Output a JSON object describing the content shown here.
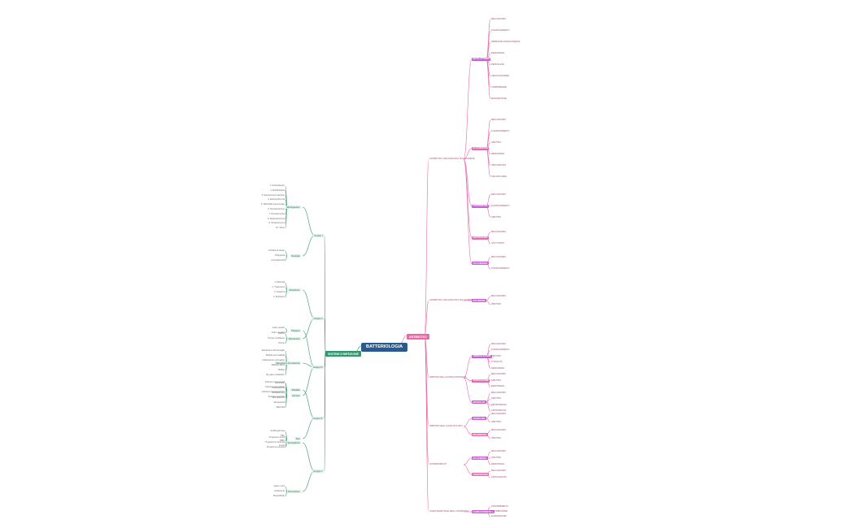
{
  "center": "BATTERIOLOGIA",
  "left_main": "SISTEMI D'INFEZIONE",
  "right_main": "ANTIBIOTICI",
  "colors": {
    "center": "#2a5a8c",
    "left": "#2d9a6e",
    "right": "#e96aa5",
    "tag": "#c85fcf",
    "tagm": "#e66ab0"
  },
  "left": {
    "branch1": {
      "label": "Gruppo I",
      "sub1": {
        "label": "Microrganismi",
        "items": [
          "1. Acinetobacter",
          "2. Burkholderia",
          "3. Enterococcus faecium",
          "4. Escherichia coli",
          "5. Klebsiella pneumoniae",
          "6. Mycobacterium",
          "7. Pseudomonas",
          "8. Staphylococcus",
          "9. Streptococcus",
          "10. Vibrio"
        ]
      },
      "sub2": {
        "label": "Tipologia",
        "items": [
          "Prodotti di sintesi",
          "Polipeptidi",
          "Aminoglicosidi"
        ]
      }
    },
    "branch2": {
      "label": "Gruppo II",
      "sub1": {
        "label": "Resistenze",
        "items": [
          "1. Plasmidi",
          "2. Trasposoni",
          "3. Integroni",
          "4. Mutazioni"
        ]
      },
      "sub2": {
        "label": "Meccanismi",
        "items": [
          "Enzimi",
          "Pompe di efflusso",
          "Porine"
        ]
      }
    },
    "branch3": {
      "label": "Gruppo III",
      "sub1": {
        "label": "Patogeni",
        "items": [
          "Gram positivi",
          "Gram negativi"
        ]
      },
      "sub2": {
        "label": "Meccanismi di resistenza",
        "items": [
          "Alterazione del bersaglio",
          "Ridotta permeabilità",
          "Inattivazione enzimatica",
          "Efflusso attivo",
          "Biofilm",
          "By-pass metabolico"
        ]
      },
      "sub3": {
        "label": "Farmaci",
        "items": [
          "Penicilline",
          "Cefalosporine",
          "Carbapenemi",
          "Monobattami",
          "Glicopeptidi",
          "Macrolidi"
        ]
      }
    },
    "branch4": {
      "label": "Gruppo IV",
      "sub1": {
        "label": "Modalità",
        "items": [
          "Infezioni nosocomiali",
          "Infezioni comunitarie",
          "Infezioni opportunistiche",
          "Infezioni croniche"
        ]
      },
      "sub2": {
        "label": "Test",
        "items": [
          "Antibiogramma",
          "MIC",
          "MBC",
          "E-test"
        ]
      }
    },
    "branch5": {
      "label": "Gruppo V",
      "sub1": {
        "label": "Sorveglianza",
        "items": [
          "Programmi locali",
          "Programmi nazionali",
          "Programmi europei"
        ]
      },
      "sub2": {
        "label": "Prevenzione",
        "items": [
          "Igiene mani",
          "Isolamento",
          "Stewardship"
        ]
      }
    }
  },
  "right": {
    "sec1": {
      "label": "ANTIBIOTICI CHE AGISCONO SULLA PARETE",
      "groups": [
        {
          "tag": "BETALATTAMICI",
          "items": [
            "MECCANISMO",
            "FUNZIONAMENTO",
            "INIBIZIONE SINTESI PARETE",
            "RESISTENZA",
            "PENICILLINE",
            "CEFALOSPORINE",
            "CARBAPENEMI",
            "MONOBATTAMI"
          ]
        },
        {
          "tag": "GLICOPEPTIDI",
          "items": [
            "MECCANISMO",
            "FUNZIONAMENTO",
            "SPETTRO",
            "RESISTENZA",
            "VANCOMICINA",
            "TEICOPLANINA"
          ]
        },
        {
          "tag": "FOSFOMICINA",
          "items": [
            "MECCANISMO",
            "FUNZIONAMENTO",
            "SPETTRO"
          ]
        },
        {
          "tag": "BACITRACINA",
          "items": [
            "MECCANISMO",
            "USO TOPICO"
          ]
        },
        {
          "tag": "CICLOSERINA",
          "items": [
            "MECCANISMO",
            "FUNZIONAMENTO"
          ]
        }
      ]
    },
    "sec2": {
      "label": "ANTIBIOTICI CHE AGISCONO SULLA MEMBRANA",
      "groups": [
        {
          "tag": "POLIMIXINE",
          "items": [
            "MECCANISMO",
            "SPETTRO"
          ]
        }
      ]
    },
    "sec3": {
      "label": "INIBITORI DELLA SINTESI PROTEICA",
      "groups": [
        {
          "tag": "AMINOGLICOSIDI",
          "items": [
            "MECCANISMO",
            "FUNZIONAMENTO",
            "SPETTRO",
            "TOSSICITÀ",
            "RESISTENZA"
          ]
        },
        {
          "tag": "TETRACICLINE",
          "items": [
            "MECCANISMO",
            "SPETTRO",
            "RESISTENZA"
          ]
        },
        {
          "tag": "MACROLIDI",
          "items": [
            "MECCANISMO",
            "SPETTRO",
            "ERITROMICINA",
            "AZITROMICINA"
          ]
        }
      ]
    },
    "sec4": {
      "label": "INIBITORI DEGLI ACIDI NUCLEICI",
      "groups": [
        {
          "tag": "CHINOLONI",
          "items": [
            "MECCANISMO",
            "SPETTRO"
          ]
        },
        {
          "tag": "RIFAMPICINA",
          "items": [
            "MECCANISMO",
            "SPETTRO"
          ]
        }
      ]
    },
    "sec5": {
      "label": "ANTIMETABOLITI",
      "groups": [
        {
          "tag": "SULFAMIDICI",
          "items": [
            "MECCANISMO",
            "SPETTRO",
            "RESISTENZA"
          ]
        },
        {
          "tag": "TRIMETOPRIM",
          "items": [
            "MECCANISMO",
            "ASSOCIAZIONI"
          ]
        }
      ]
    },
    "sec6": {
      "label": "CARATTERISTICHE DEGLI ANTIBIOTICI",
      "groups": [
        {
          "tag": "FARMACOCINETICA",
          "items": [
            "ASSORBIMENTO",
            "DISTRIBUZIONE",
            "ELIMINAZIONE"
          ]
        }
      ]
    }
  }
}
